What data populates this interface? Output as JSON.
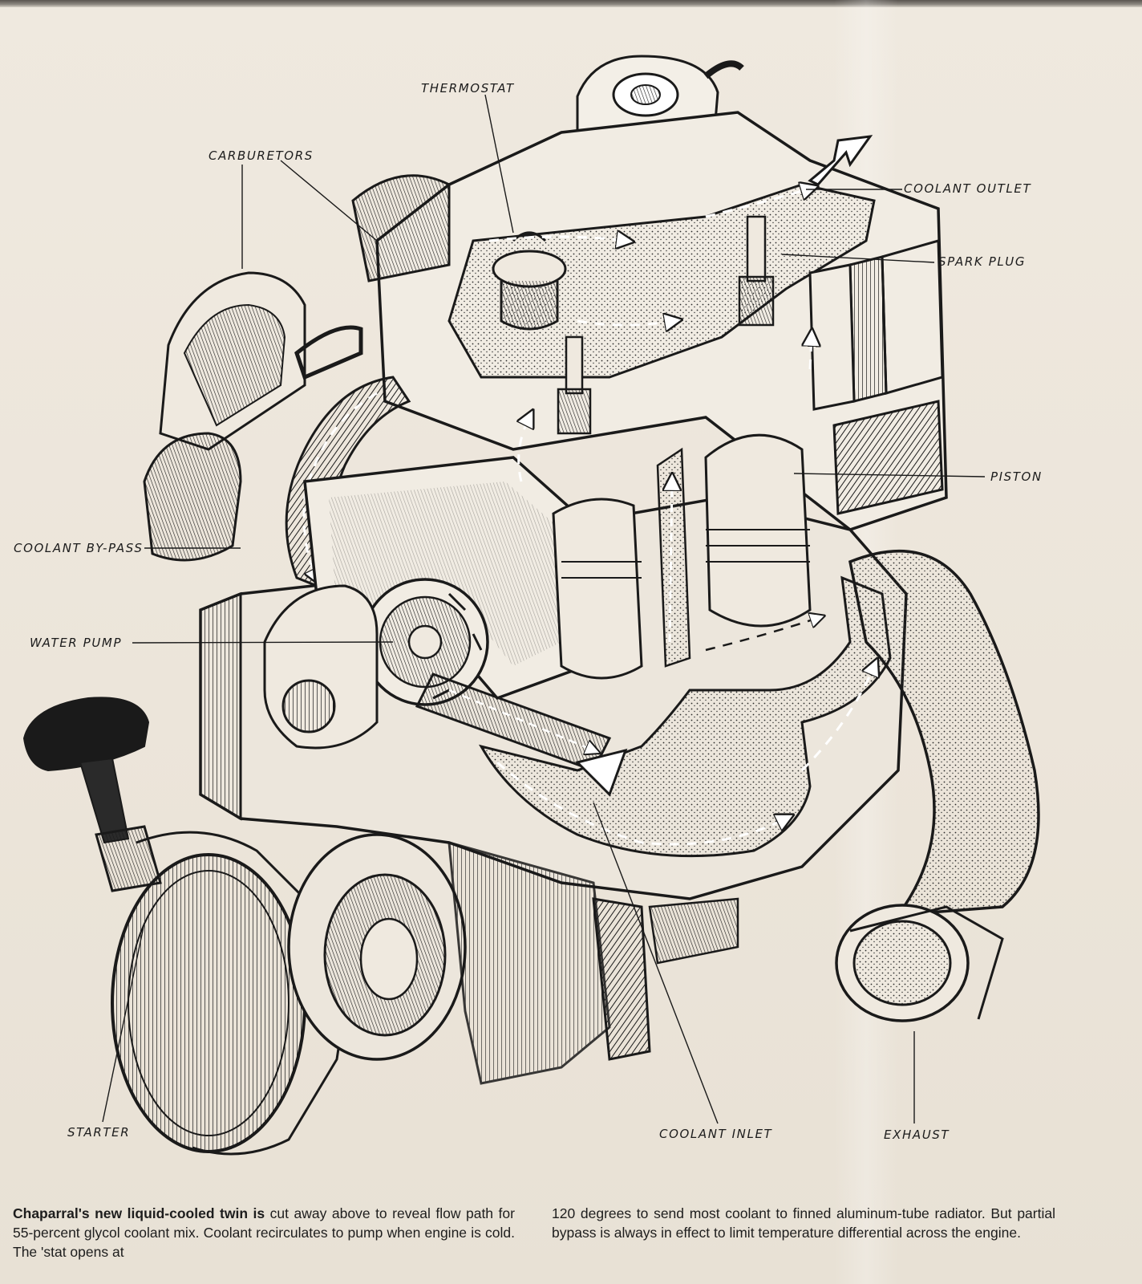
{
  "labels": {
    "thermostat": "THERMOSTAT",
    "carburetors": "CARBURETORS",
    "coolant_outlet": "COOLANT OUTLET",
    "spark_plug": "SPARK PLUG",
    "piston": "PISTON",
    "coolant_bypass": "COOLANT BY-PASS",
    "water_pump": "WATER PUMP",
    "starter": "STARTER",
    "coolant_inlet": "COOLANT INLET",
    "exhaust": "EXHAUST"
  },
  "caption": {
    "lead": "Chaparral's new liquid-cooled twin is",
    "col1_rest": "cut away above to reveal flow path for 55-percent glycol coolant mix. Coolant recirculates to pump when engine is cold. The 'stat opens at",
    "col2": "120 degrees to send most coolant to finned aluminum-tube radiator. But partial bypass is always in effect to limit temperature differential across the engine."
  },
  "colors": {
    "paper": "#efe9df",
    "ink": "#1a1a1a",
    "stipple": "#8a847b"
  }
}
